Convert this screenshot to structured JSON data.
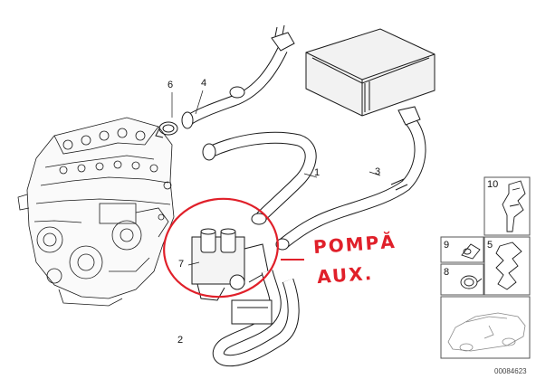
{
  "diagram": {
    "callouts": {
      "c1": "1",
      "c2": "2",
      "c3": "3",
      "c4": "4",
      "c5": "5",
      "c6": "6",
      "c7": "7",
      "c8": "8",
      "c9": "9",
      "c10": "10"
    },
    "annotation": {
      "line1": "POMPĂ",
      "line2": "AUX."
    },
    "reference_code": "00084623",
    "colors": {
      "lines": "#1a1a1a",
      "annotation": "#e0202a",
      "panel_border": "#555555"
    }
  }
}
